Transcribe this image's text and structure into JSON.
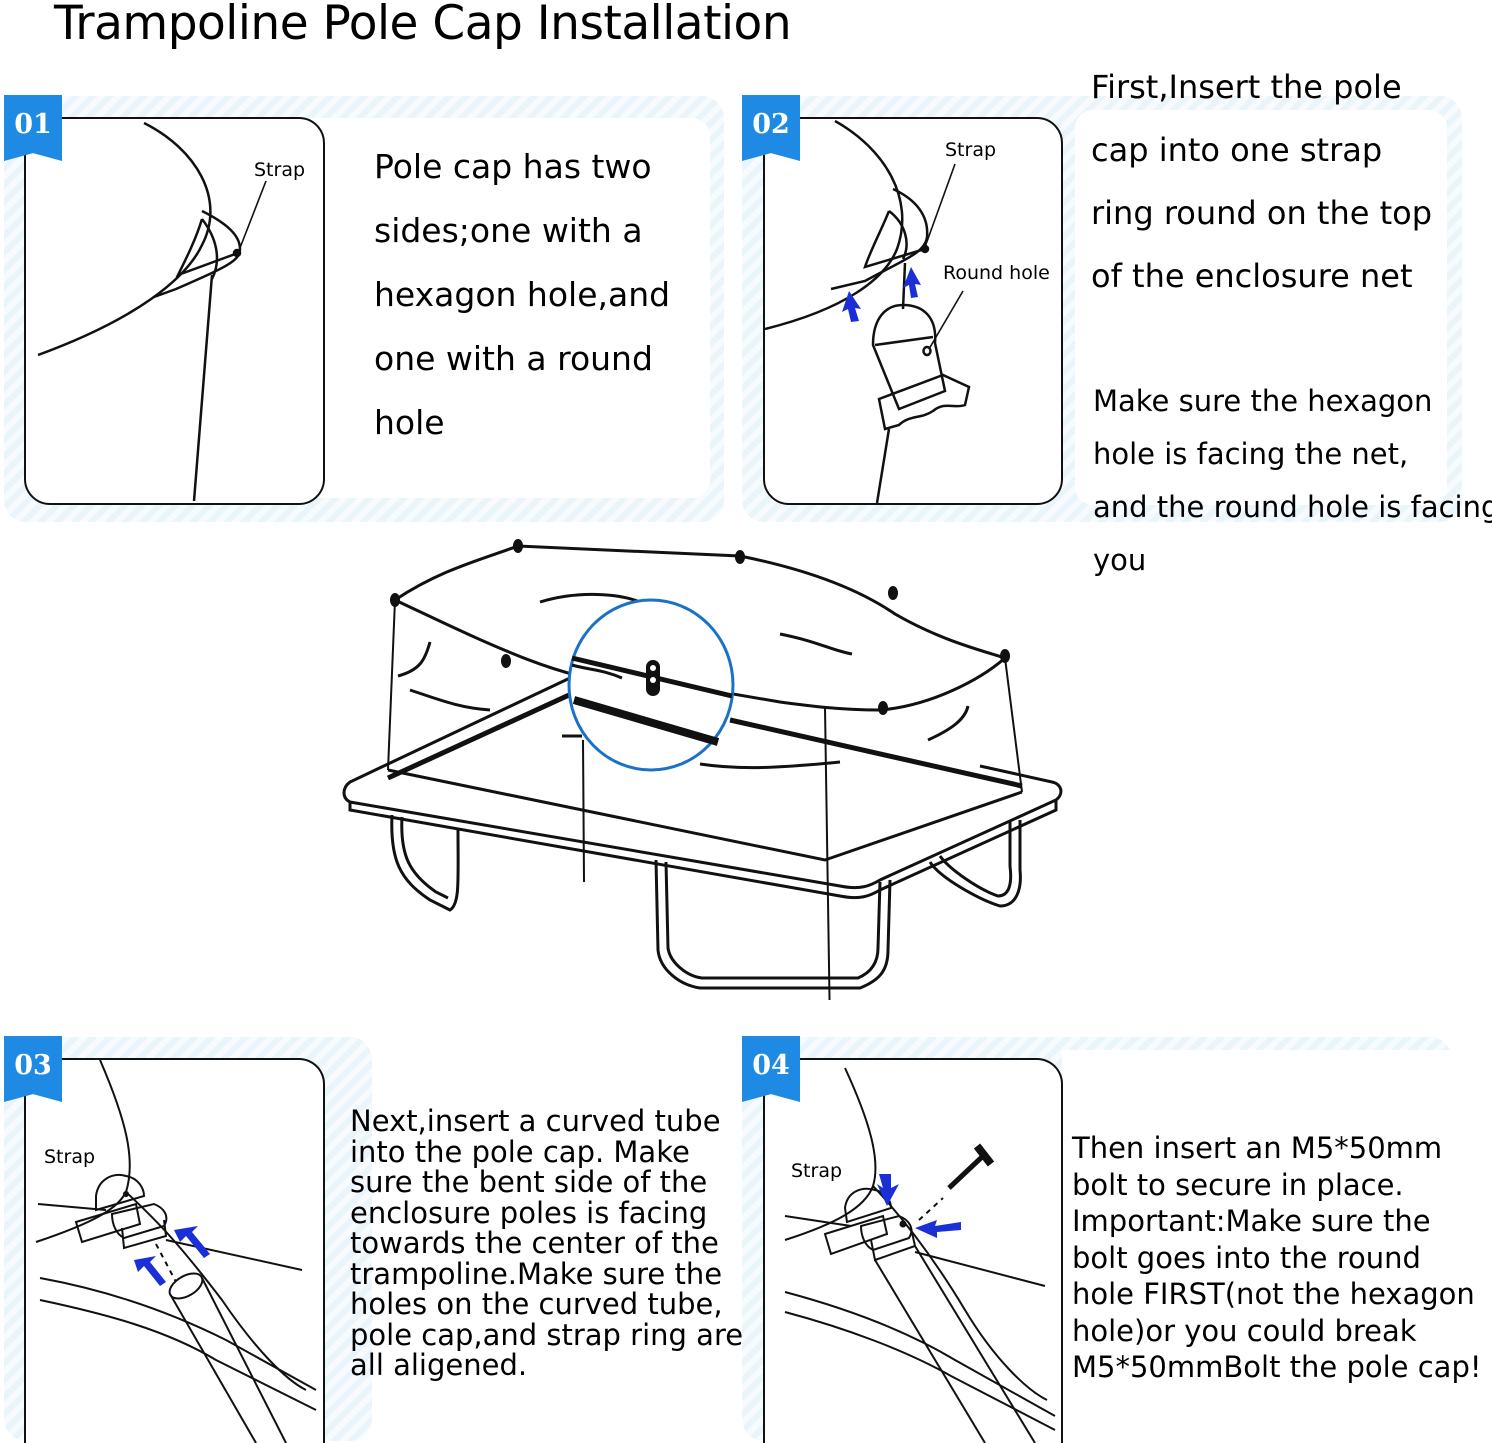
{
  "title": "Trampoline Pole Cap Installation",
  "accent_color": "#1f8ae3",
  "arrow_color": "#1a2fd6",
  "highlight_circle_color": "#1a72c8",
  "steps": [
    {
      "number": "01",
      "labels": {
        "strap": "Strap"
      },
      "text_lines": [
        "Pole cap has two",
        "sides;one with a",
        "hexagon hole,and",
        "one with a round",
        "hole"
      ]
    },
    {
      "number": "02",
      "labels": {
        "strap": "Strap",
        "round_hole": "Round hole"
      },
      "text_lines": [
        "First,Insert the pole",
        "cap into one strap",
        "ring  round on the top",
        "of the enclosure net"
      ],
      "note_lines": [
        "Make sure the hexagon",
        "hole is facing the net,",
        "and the round hole is facing",
        "you"
      ]
    },
    {
      "number": "03",
      "labels": {
        "strap": "Strap"
      },
      "text_lines": [
        "Next,insert a curved tube",
        "into the pole cap. Make",
        "sure the bent side of the",
        "enclosure poles is facing",
        "towards the center of the",
        "trampoline.Make sure the",
        "holes on the curved tube,",
        "pole cap,and strap ring are",
        "all aligened."
      ]
    },
    {
      "number": "04",
      "labels": {
        "strap": "Strap"
      },
      "text_lines": [
        "Then insert an M5*50mm",
        "bolt to secure in place.",
        "Important:Make sure the",
        "bolt goes into the round",
        "hole FIRST(not the hexagon",
        "hole)or you could break",
        "M5*50mmBolt the pole cap!"
      ]
    }
  ]
}
